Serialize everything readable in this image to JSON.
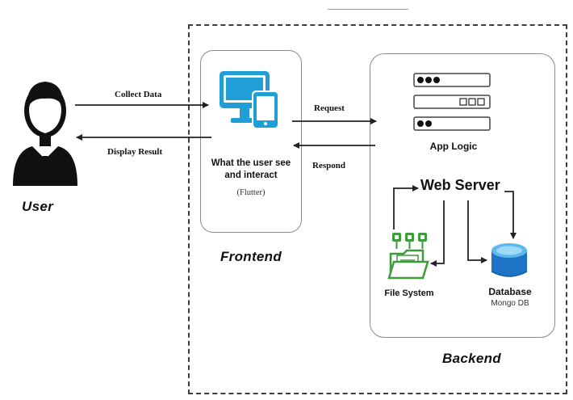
{
  "labels": {
    "user": "User",
    "frontend": "Frontend",
    "backend": "Backend",
    "collect_data": "Collect Data",
    "display_result": "Display Result",
    "request": "Request",
    "respond": "Respond",
    "frontend_desc": "What the user see and interact",
    "frontend_tech": "(Flutter)",
    "app_logic": "App Logic",
    "web_server": "Web Server",
    "file_system": "File System",
    "database": "Database",
    "database_sub": "Mongo DB"
  },
  "icons": {
    "user": "user-silhouette-icon",
    "devices": "monitor-tablet-icon",
    "app_logic": "server-rack-icon",
    "file_system": "folder-network-icon",
    "database": "database-cylinder-icon"
  },
  "colors": {
    "device_blue": "#1f9fd6",
    "database_blue": "#1e73c7",
    "folder_green": "#3f9a3c",
    "arrow": "#222222",
    "border": "#8a8a8a"
  }
}
